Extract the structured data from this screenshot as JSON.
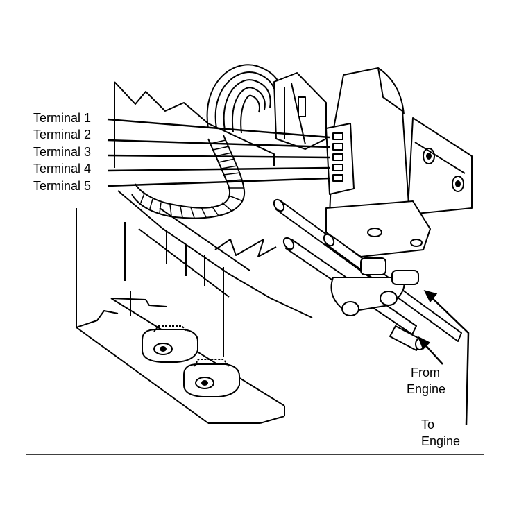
{
  "labels": {
    "terminal_1": "Terminal 1",
    "terminal_2": "Terminal 2",
    "terminal_3": "Terminal 3",
    "terminal_4": "Terminal 4",
    "terminal_5": "Terminal 5",
    "from_engine_line1": "From",
    "from_engine_line2": "Engine",
    "to_engine_line1": "To",
    "to_engine_line2": "Engine"
  }
}
